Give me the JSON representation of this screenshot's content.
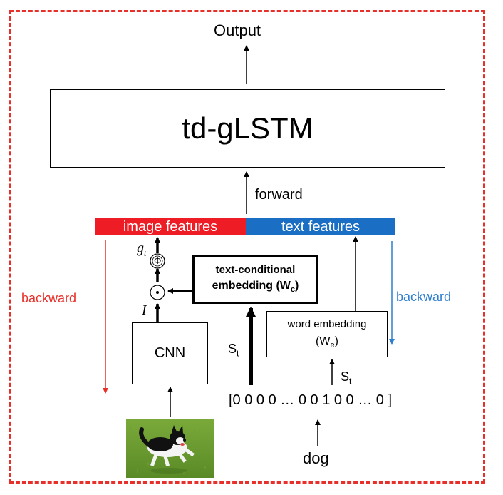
{
  "output_label": "Output",
  "main_block": "td-gLSTM",
  "forward_label": "forward",
  "features": {
    "image": "image features",
    "text": "text features"
  },
  "backward_left": "backward",
  "backward_right": "backward",
  "gate_symbols": {
    "g": "g",
    "t": "t",
    "phi": "Φ",
    "mult": "⊙",
    "I": "I"
  },
  "text_cond": {
    "line1": "text-conditional",
    "line2": "embedding (W",
    "sub": "c",
    "close": ")"
  },
  "word_emb": {
    "line1": "word embedding",
    "line2": "(W",
    "sub": "e",
    "close": ")"
  },
  "cnn_label": "CNN",
  "st_label": {
    "s": "S",
    "t": "t"
  },
  "onehot_vector": "[0 0 0 0 … 0 0 1 0 0 … 0 ]",
  "input_word": "dog",
  "colors": {
    "frame": "#e8302a",
    "image_features": "#ee1c25",
    "text_features": "#1a6fc4",
    "backward_left": "#e8302a",
    "backward_right": "#2f7fd0"
  }
}
